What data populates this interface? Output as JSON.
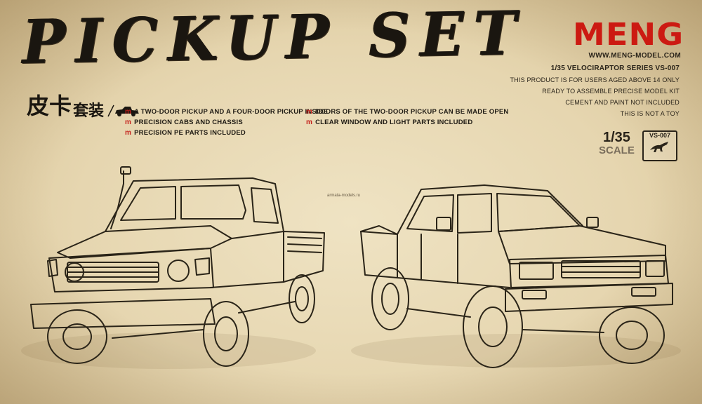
{
  "title": "PICKUP SET",
  "cn_title": {
    "main": "皮卡",
    "sub": "套装"
  },
  "features": {
    "left": [
      "A TWO-DOOR PICKUP AND A FOUR-DOOR PICKUP INSIDE",
      "PRECISION CABS AND CHASSIS",
      "PRECISION PE PARTS INCLUDED"
    ],
    "right": [
      "DOORS OF THE TWO-DOOR PICKUP CAN BE MADE OPEN",
      "CLEAR WINDOW AND LIGHT PARTS INCLUDED"
    ],
    "bullet": "m"
  },
  "brand": {
    "name": "MENG",
    "url": "WWW.MENG-MODEL.COM",
    "color": "#cc1a12"
  },
  "info": {
    "series": "1/35 VELOCIRAPTOR SERIES VS-007",
    "lines": [
      "THIS PRODUCT IS FOR USERS AGED ABOVE 14 ONLY",
      "READY TO ASSEMBLE PRECISE MODEL KIT",
      "CEMENT AND PAINT NOT INCLUDED",
      "THIS IS NOT A TOY"
    ]
  },
  "scale": {
    "ratio": "1/35",
    "label": "SCALE",
    "code": "VS-007"
  },
  "watermark": "armata-models.ru",
  "icons": [
    "pickup-silhouette-icon",
    "velociraptor-icon"
  ]
}
